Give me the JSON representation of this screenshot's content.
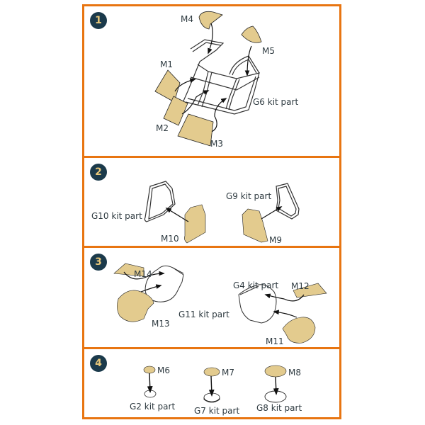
{
  "colors": {
    "border": "#E87511",
    "badge_bg": "#1B3A4B",
    "badge_digit": "#E7C77A",
    "mask_fill": "#E3CB8E",
    "outline": "#222222",
    "text": "#2E3A40"
  },
  "steps": [
    {
      "number": "1",
      "labels": {
        "m4": "M4",
        "m5": "M5",
        "m1": "M1",
        "m2": "M2",
        "m3": "M3",
        "kit": "G6 kit part"
      }
    },
    {
      "number": "2",
      "labels": {
        "kit_left": "G10 kit part",
        "m10": "M10",
        "kit_right": "G9 kit part",
        "m9": "M9"
      }
    },
    {
      "number": "3",
      "labels": {
        "m14": "M14",
        "m13": "M13",
        "kit_left": "G11 kit part",
        "kit_right": "G4 kit part",
        "m12": "M12",
        "m11": "M11"
      }
    },
    {
      "number": "4",
      "labels": {
        "m6": "M6",
        "m7": "M7",
        "m8": "M8",
        "kit_g2": "G2 kit part",
        "kit_g7": "G7 kit part",
        "kit_g8": "G8 kit part"
      }
    }
  ]
}
